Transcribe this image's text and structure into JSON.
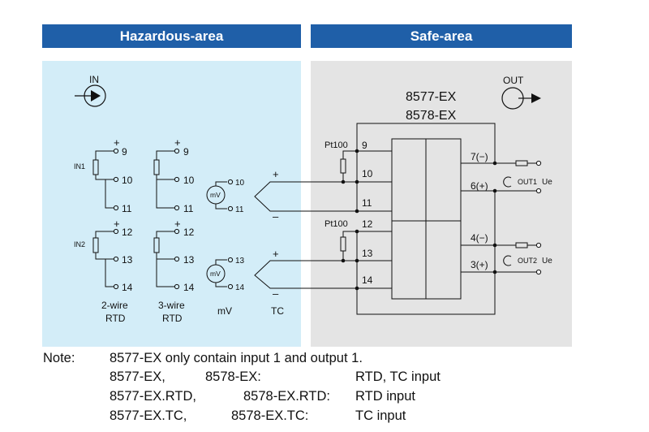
{
  "headers": {
    "hazardous": "Hazardous-area",
    "safe": "Safe-area"
  },
  "io": {
    "in": "IN",
    "out": "OUT"
  },
  "models": {
    "line1": "8577-EX",
    "line2": "8578-EX"
  },
  "inputs": {
    "in1": "IN1",
    "in2": "IN2",
    "t9": "9",
    "t10": "10",
    "t11": "11",
    "t12": "12",
    "t13": "13",
    "t14": "14",
    "plus": "+",
    "minus": "–",
    "mv": "mV"
  },
  "types": {
    "rtd2_a": "2-wire",
    "rtd2_b": "RTD",
    "rtd3_a": "3-wire",
    "rtd3_b": "RTD",
    "mv": "mV",
    "tc": "TC"
  },
  "safe": {
    "pt100": "Pt100",
    "s9": "9",
    "s10": "10",
    "s11": "11",
    "s12": "12",
    "s13": "13",
    "s14": "14",
    "o7": "7(−)",
    "o6": "6(+)",
    "o4": "4(−)",
    "o3": "3(+)",
    "out1": "OUT1",
    "out2": "OUT2",
    "ue": "Ue"
  },
  "notes": {
    "label": "Note:",
    "line1": "8577-EX only contain input 1 and output 1.",
    "r1a": "8577-EX,",
    "r1b": "8578-EX:",
    "r1c": "RTD, TC input",
    "r2a": "8577-EX.RTD,",
    "r2b": "8578-EX.RTD:",
    "r2c": "RTD input",
    "r3a": "8577-EX.TC,",
    "r3b": "8578-EX.TC:",
    "r3c": "TC input"
  },
  "colors": {
    "header_blue": "#1f5fa8",
    "hazard_bg": "#d3edf8",
    "safe_bg": "#e4e4e4"
  }
}
